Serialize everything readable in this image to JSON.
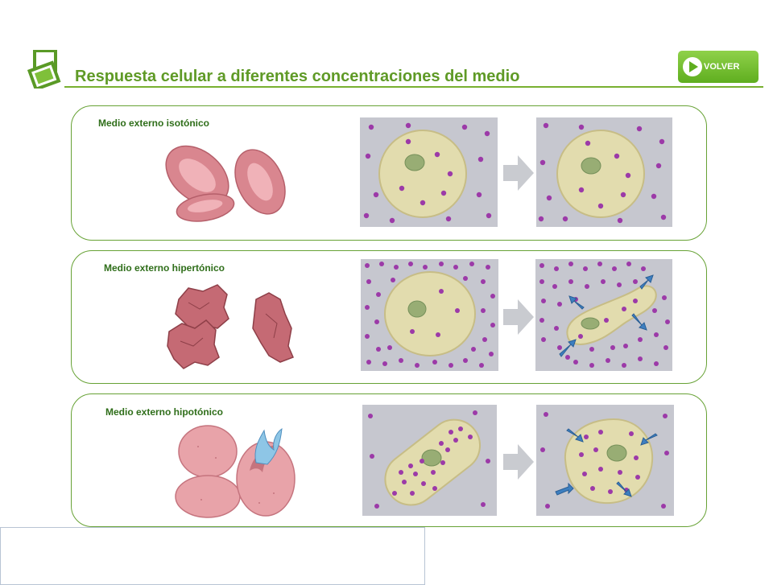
{
  "header": {
    "title": "Respuesta celular a diferentes concentraciones del medio",
    "volver_label": "VOLVER"
  },
  "panels": [
    {
      "label": "Medio externo isotónico"
    },
    {
      "label": "Medio externo hipertónico"
    },
    {
      "label": "Medio externo hipotónico"
    }
  ],
  "colors": {
    "accent_green": "#5f9a26",
    "panel_border": "#67a235",
    "solute_dot": "#9c3aa8",
    "cell_body": "#e3dcb0",
    "nucleus": "#93ad72",
    "blood_cell": "#d9858f",
    "water_arrow": "#3d7fc0"
  },
  "icons": [
    "logo-squares-icon",
    "play-icon",
    "right-arrow-icon",
    "water-arrow-icon"
  ]
}
